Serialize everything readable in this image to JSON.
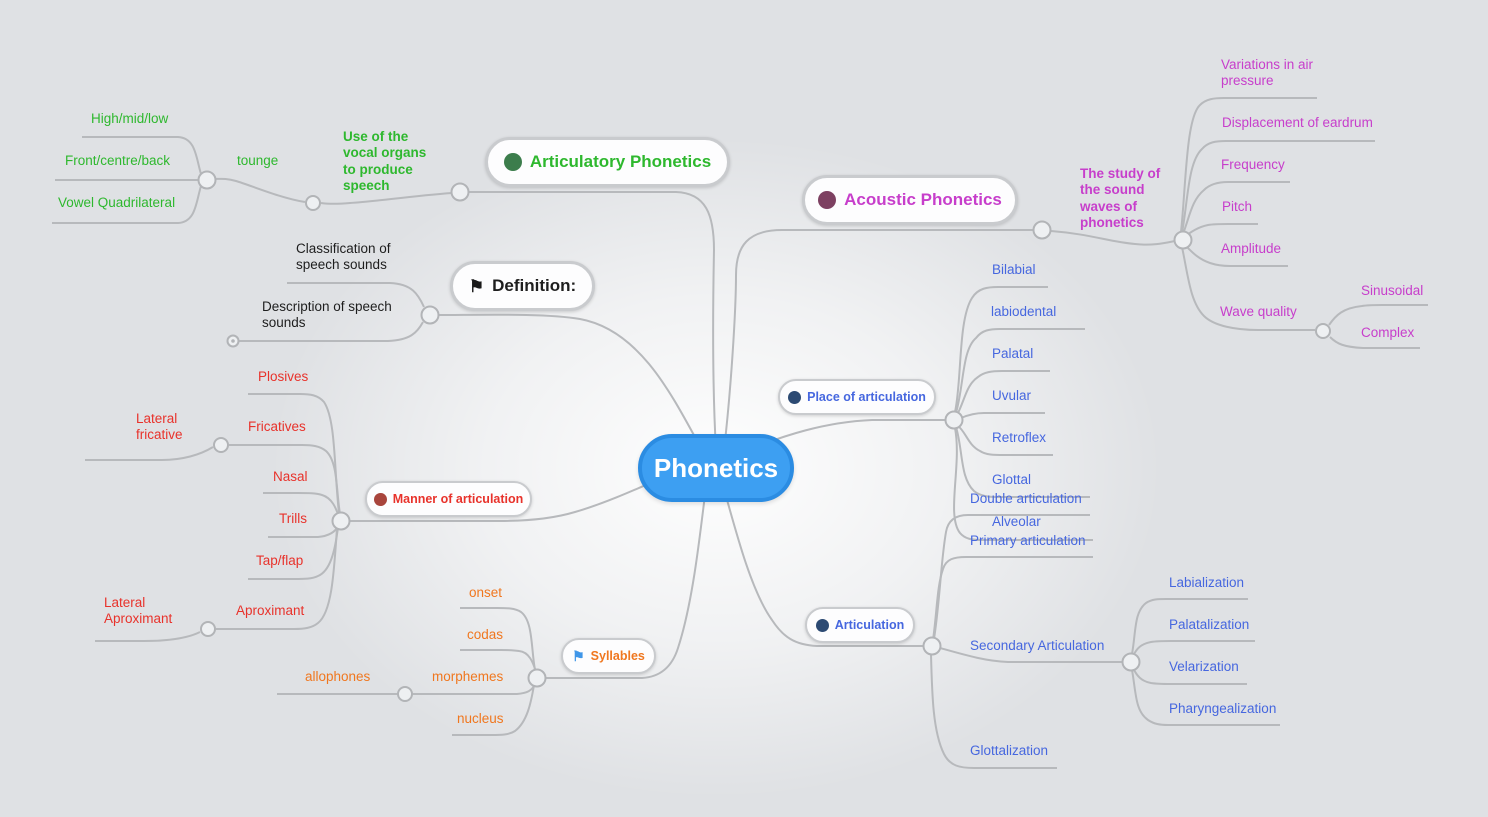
{
  "colors": {
    "background": "#dfe1e4",
    "connector_line": "#b7b9bc",
    "root_fill": "#3d9ff2",
    "root_border": "#2b8ce2",
    "root_text": "#ffffff",
    "green_branch": "#2eb82e",
    "green_icon": "#3c7d4c",
    "magenta_branch": "#c73ecb",
    "plum_icon": "#7d4061",
    "blue_branch": "#4667df",
    "navy_icon": "#2c4a73",
    "red_branch": "#e8322b",
    "darkred_icon": "#a8453c",
    "orange_branch": "#f0771f",
    "flag_blue": "#3f96e8",
    "black_branch": "#1e1e1e"
  },
  "icons": {
    "flag_glyph": "⚑"
  },
  "root": {
    "label": "Phonetics"
  },
  "branches": {
    "articulatory": {
      "label": "Articulatory Phonetics",
      "icon": "green-circle",
      "children": {
        "use": {
          "label": "Use of the vocal organs to produce speech",
          "children": {
            "tounge": {
              "label": "tounge",
              "children": {
                "high": {
                  "label": "High/mid/low"
                },
                "front": {
                  "label": "Front/centre/back"
                },
                "vowel": {
                  "label": "Vowel Quadrilateral"
                }
              }
            }
          }
        }
      }
    },
    "definition": {
      "label": "Definition:",
      "icon": "black-flag",
      "children": {
        "classification": {
          "label": "Classification of speech sounds"
        },
        "description": {
          "label": "Description of speech sounds",
          "collapsed": true
        }
      }
    },
    "acoustic": {
      "label": "Acoustic Phonetics",
      "icon": "plum-circle",
      "children": {
        "study": {
          "label": "The study of the sound waves of phonetics",
          "children": {
            "variations": {
              "label": "Variations in air pressure"
            },
            "displacement": {
              "label": "Displacement of eardrum"
            },
            "frequency": {
              "label": "Frequency"
            },
            "pitch": {
              "label": "Pitch"
            },
            "amplitude": {
              "label": "Amplitude"
            },
            "wave": {
              "label": "Wave quality",
              "children": {
                "sinusoidal": {
                  "label": "Sinusoidal"
                },
                "complex": {
                  "label": "Complex"
                }
              }
            }
          }
        }
      }
    },
    "place": {
      "label": "Place of articulation",
      "icon": "navy-circle",
      "children": {
        "bilabial": {
          "label": "Bilabial"
        },
        "labiodental": {
          "label": "labiodental"
        },
        "palatal": {
          "label": "Palatal"
        },
        "uvular": {
          "label": "Uvular"
        },
        "retroflex": {
          "label": "Retroflex"
        },
        "glottal": {
          "label": "Glottal"
        },
        "alveolar": {
          "label": "Alveolar"
        }
      }
    },
    "manner": {
      "label": "Manner of articulation",
      "icon": "darkred-circle",
      "children": {
        "plosives": {
          "label": "Plosives"
        },
        "fricatives": {
          "label": "Fricatives",
          "children": {
            "lateral_fricative": {
              "label": "Lateral fricative"
            }
          }
        },
        "nasal": {
          "label": "Nasal"
        },
        "trills": {
          "label": "Trills"
        },
        "tap": {
          "label": "Tap/flap"
        },
        "aproximant": {
          "label": "Aproximant",
          "children": {
            "lateral_aproximant": {
              "label": "Lateral Aproximant"
            }
          }
        }
      }
    },
    "articulation": {
      "label": "Articulation",
      "icon": "navy-circle",
      "children": {
        "double": {
          "label": "Double articulation"
        },
        "primary": {
          "label": "Primary articulation"
        },
        "secondary": {
          "label": "Secondary Articulation",
          "children": {
            "labialization": {
              "label": "Labialization"
            },
            "palatalization": {
              "label": "Palatalization"
            },
            "velarization": {
              "label": "Velarization"
            },
            "pharyngealization": {
              "label": "Pharyngealization"
            }
          }
        },
        "glottalization": {
          "label": "Glottalization"
        }
      }
    },
    "syllables": {
      "label": "Syllables",
      "icon": "blue-flag",
      "children": {
        "onset": {
          "label": "onset"
        },
        "codas": {
          "label": "codas"
        },
        "morphemes": {
          "label": "morphemes",
          "children": {
            "allophones": {
              "label": "allophones"
            }
          }
        },
        "nucleus": {
          "label": "nucleus"
        }
      }
    }
  }
}
